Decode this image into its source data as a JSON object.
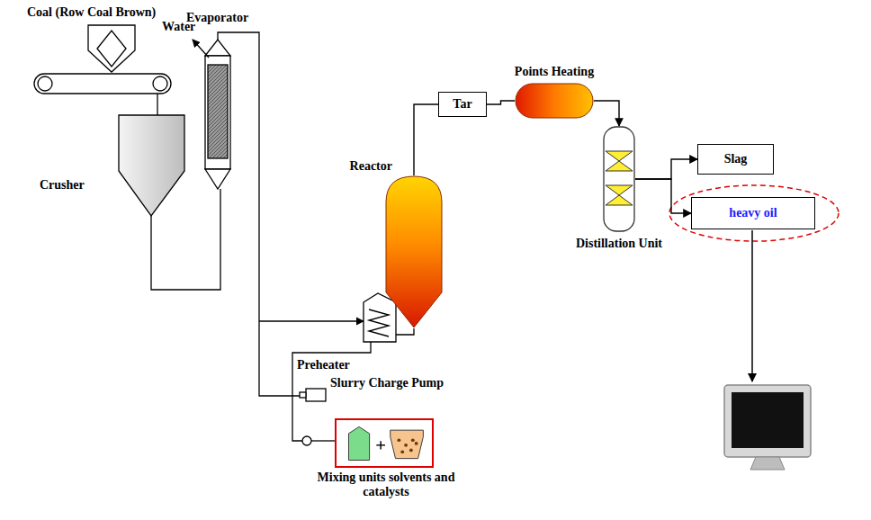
{
  "diagram": {
    "title": "Coal (Row Coal Brown)",
    "nodes": [
      {
        "text": [
          "Reactor"
        ]
      },
      {
        "text": [
          "Tar"
        ]
      },
      {
        "text": [
          "Points Heating"
        ]
      },
      {
        "text": [
          "Distillation Unit"
        ]
      },
      {
        "text": [
          "Slag"
        ]
      },
      {
        "text": [
          "heavy oil"
        ]
      },
      {
        "text": [
          "Mixing units solvents and catalysts"
        ]
      }
    ],
    "edges": [
      {
        "from": 0,
        "to": 1,
        "arrow": "none"
      },
      {
        "from": 1,
        "to": 2,
        "arrow": "none"
      },
      {
        "from": 2,
        "to": 3,
        "arrow": "to"
      },
      {
        "from": 3,
        "to": 4,
        "arrow": "to"
      },
      {
        "from": 3,
        "to": 5,
        "arrow": "to"
      }
    ],
    "labels": [
      "Evaporator",
      "Water",
      "Crusher",
      "Preheater",
      "Slurry Charge Pump"
    ]
  }
}
